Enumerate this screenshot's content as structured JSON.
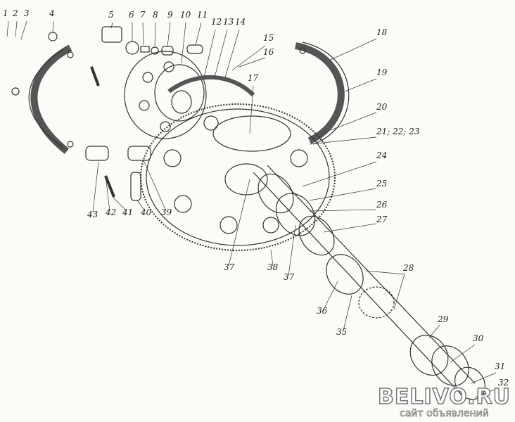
{
  "labels": {
    "p1": "1",
    "p2": "2",
    "p3": "3",
    "p4": "4",
    "p5": "5",
    "p6": "6",
    "p7": "7",
    "p8": "8",
    "p9": "9",
    "p10": "10",
    "p11": "11",
    "p12": "12",
    "p13": "13",
    "p14": "14",
    "p15": "15",
    "p16": "16",
    "p17": "17",
    "p18": "18",
    "p19": "19",
    "p20": "20",
    "p21": "21; 22; 23",
    "p24": "24",
    "p25": "25",
    "p26": "26",
    "p27": "27",
    "p28": "28",
    "p29": "29",
    "p30": "30",
    "p31": "31",
    "p32": "32",
    "p35": "35",
    "p36": "36",
    "p37a": "37",
    "p38": "38",
    "p37b": "37",
    "p39": "39",
    "p40": "40",
    "p41": "41",
    "p42": "42",
    "p43": "43"
  },
  "watermark": {
    "brand": "BELIVO.RU",
    "tagline": "сайт объявлений"
  }
}
